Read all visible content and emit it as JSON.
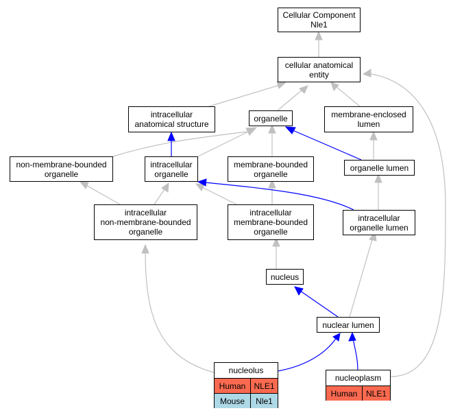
{
  "colors": {
    "gray_edge": "#c0c0c0",
    "blue_edge": "#0000ff",
    "human": "#fa6a50",
    "mouse": "#add8e6"
  },
  "nodes": {
    "root": "Cellular Component\nNle1",
    "cae": "cellular anatomical\nentity",
    "ias": "intracellular\nanatomical structure",
    "organelle": "organelle",
    "mel": "membrane-enclosed\nlumen",
    "nmbo": "non-membrane-bounded\norganelle",
    "io": "intracellular\norganelle",
    "mbo": "membrane-bounded\norganelle",
    "ol": "organelle lumen",
    "inmbo": "intracellular\nnon-membrane-bounded\norganelle",
    "imbo": "intracellular\nmembrane-bounded\norganelle",
    "iol": "intracellular\norganelle lumen",
    "nucleus": "nucleus",
    "nl": "nuclear lumen"
  },
  "nucleolus": {
    "title": "nucleolus",
    "rows": [
      {
        "species": "Human",
        "gene": "NLE1"
      },
      {
        "species": "Mouse",
        "gene": "Nle1"
      }
    ]
  },
  "nucleoplasm": {
    "title": "nucleoplasm",
    "rows": [
      {
        "species": "Human",
        "gene": "NLE1"
      }
    ]
  }
}
